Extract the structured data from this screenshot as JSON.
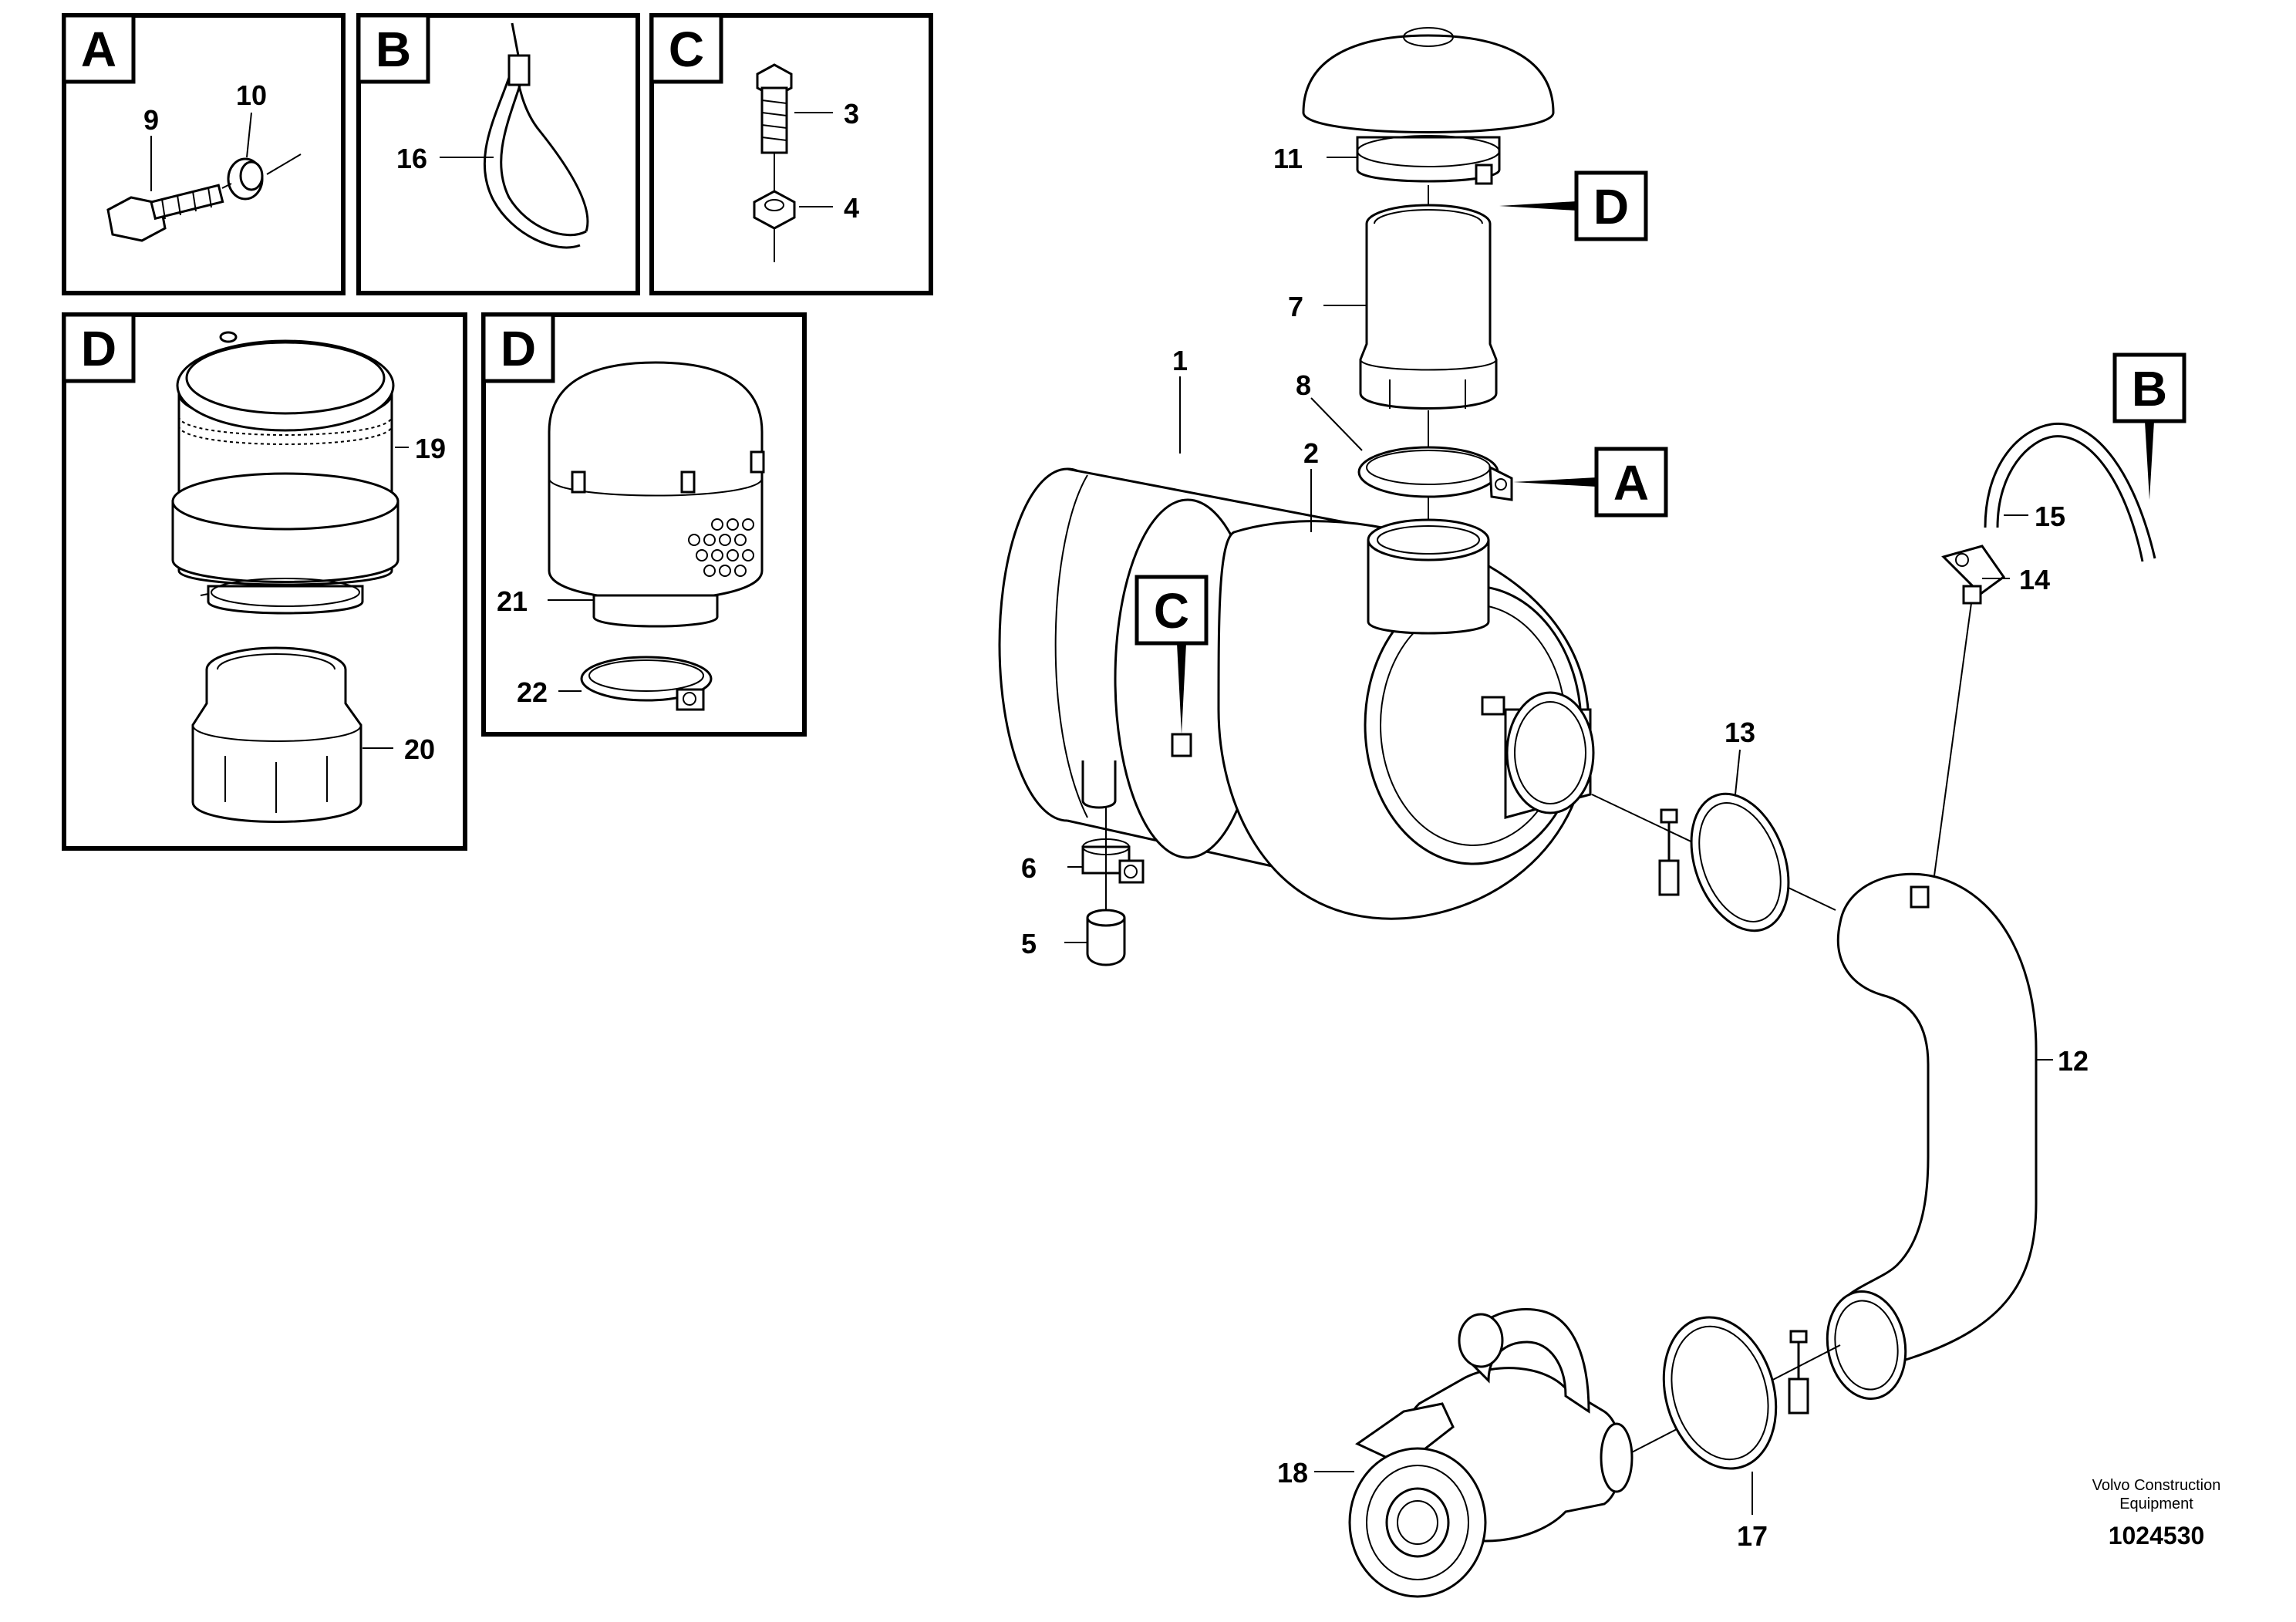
{
  "detail_panels": [
    {
      "letter": "A",
      "parts": [
        "9",
        "10"
      ]
    },
    {
      "letter": "B",
      "parts": [
        "16"
      ]
    },
    {
      "letter": "C",
      "parts": [
        "3",
        "4"
      ]
    },
    {
      "letter": "D",
      "parts": [
        "19",
        "20"
      ]
    },
    {
      "letter": "D",
      "parts": [
        "21",
        "22"
      ]
    }
  ],
  "reference_markers": [
    "D",
    "A",
    "C",
    "B"
  ],
  "part_labels": [
    "1",
    "2",
    "5",
    "6",
    "7",
    "8",
    "11",
    "12",
    "13",
    "14",
    "15",
    "17",
    "18"
  ],
  "credit": {
    "line1": "Volvo Construction",
    "line2": "Equipment"
  },
  "drawing_number": "1024530"
}
